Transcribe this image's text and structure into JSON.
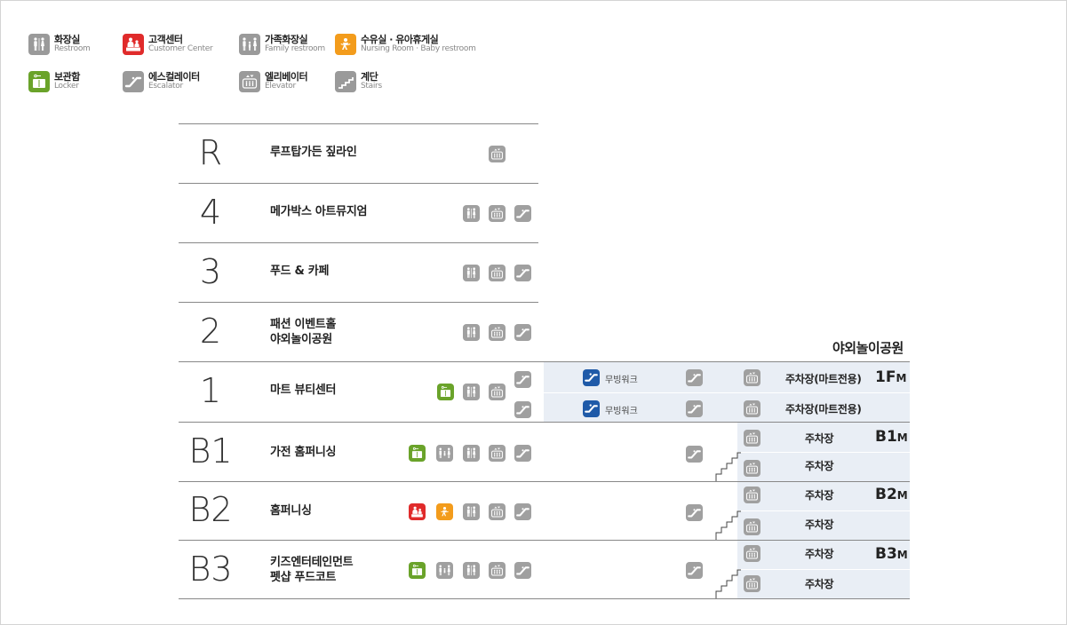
{
  "legend": [
    {
      "ko": "화장실",
      "en": "Restroom",
      "icon": "restroom-icon",
      "color": "#9a9a9a"
    },
    {
      "ko": "고객센터",
      "en": "Customer Center",
      "icon": "customer-center-icon",
      "color": "#e02b2b"
    },
    {
      "ko": "가족화장실",
      "en": "Family restroom",
      "icon": "family-restroom-icon",
      "color": "#9a9a9a"
    },
    {
      "ko": "수유실 · 유아휴게실",
      "en": "Nursing Room · Baby restroom",
      "icon": "nursing-room-icon",
      "color": "#f39c1c"
    },
    {
      "ko": "보관함",
      "en": "Locker",
      "icon": "locker-icon",
      "color": "#6aa32a"
    },
    {
      "ko": "에스컬레이터",
      "en": "Escalator",
      "icon": "escalator-icon",
      "color": "#9a9a9a"
    },
    {
      "ko": "엘리베이터",
      "en": "Elevator",
      "icon": "elevator-icon",
      "color": "#9a9a9a"
    },
    {
      "ko": "계단",
      "en": "Stairs",
      "icon": "stairs-icon",
      "color": "#9a9a9a"
    }
  ],
  "floors": [
    {
      "label": "R",
      "lines": [
        "루프탑가든  짚라인"
      ]
    },
    {
      "label": "4",
      "lines": [
        "메가박스  아트뮤지엄"
      ]
    },
    {
      "label": "3",
      "lines": [
        "푸드 & 카페"
      ]
    },
    {
      "label": "2",
      "lines": [
        "패션  이벤트홀",
        "야외놀이공원"
      ]
    },
    {
      "label": "1",
      "lines": [
        "마트  뷰티센터"
      ]
    },
    {
      "label": "B1",
      "lines": [
        "가전  홈퍼니싱"
      ]
    },
    {
      "label": "B2",
      "lines": [
        "홈퍼니싱"
      ]
    },
    {
      "label": "B3",
      "lines": [
        "키즈엔터테인먼트",
        "펫샵  푸드코트"
      ]
    }
  ],
  "outdoor_park": "야외놀이공원",
  "moving_walk": "무빙워크",
  "parking": {
    "mart_only": "주차장(마트전용)",
    "plain": "주차장",
    "levels": [
      {
        "main": "1F",
        "suffix": "M"
      },
      {
        "main": "B1",
        "suffix": "M"
      },
      {
        "main": "B2",
        "suffix": "M"
      },
      {
        "main": "B3",
        "suffix": "M"
      }
    ]
  }
}
